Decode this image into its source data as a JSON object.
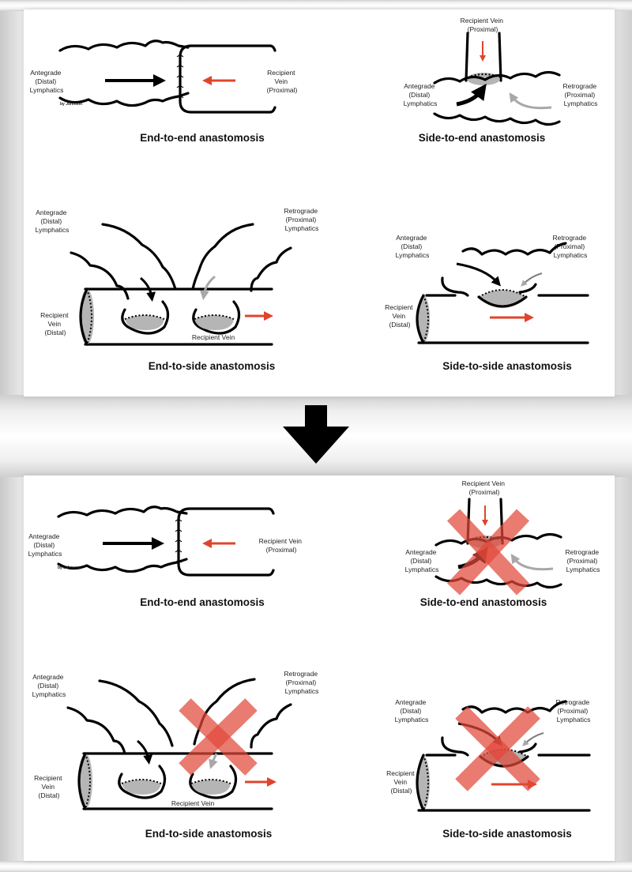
{
  "colors": {
    "vein_arrow": "#e0442c",
    "retrograde_arrow": "#a8a8a8",
    "lymph_arrow": "#000000",
    "anastomosis_fill": "#b5b5b5",
    "cross_mark": "#e0483a"
  },
  "before": {
    "end_to_end": {
      "title": "End-to-end anastomosis",
      "left_label": [
        "Antegrade",
        "(Distal)",
        "Lymphatics"
      ],
      "right_label": [
        "Recipient",
        "Vein",
        "(Proximal)"
      ],
      "credit": "by Johnson"
    },
    "side_to_end": {
      "title": "Side-to-end anastomosis",
      "top_label": [
        "Recipient Vein",
        "(Proximal)"
      ],
      "left_label": [
        "Antegrade",
        "(Distal)",
        "Lymphatics"
      ],
      "right_label": [
        "Retrograde",
        "(Proximal)",
        "Lymphatics"
      ]
    },
    "end_to_side": {
      "title": "End-to-side anastomosis",
      "left_top_label": [
        "Antegrade",
        "(Distal)",
        "Lymphatics"
      ],
      "right_top_label": [
        "Retrograde",
        "(Proximal)",
        "Lymphatics"
      ],
      "vein_end_label": [
        "Recipient",
        "Vein",
        "(Distal)"
      ],
      "vein_label": "Recipient Vein"
    },
    "side_to_side": {
      "title": "Side-to-side anastomosis",
      "left_top_label": [
        "Antegrade",
        "(Distal)",
        "Lymphatics"
      ],
      "right_top_label": [
        "Retrograde",
        "(Proximal)",
        "Lymphatics"
      ],
      "vein_end_label": [
        "Recipient",
        "Vein",
        "(Distal)"
      ]
    }
  },
  "transition": {
    "icon": "down-arrow-icon"
  },
  "after": {
    "end_to_end": {
      "title": "End-to-end anastomosis",
      "left_label": [
        "Antegrade",
        "(Distal)",
        "Lymphatics"
      ],
      "right_label": [
        "Recipient Vein",
        "(Proximal)"
      ],
      "credit": "by Johnson",
      "crossed_out": false
    },
    "side_to_end": {
      "title": "Side-to-end anastomosis",
      "top_label": [
        "Recipient Vein",
        "(Proximal)"
      ],
      "left_label": [
        "Antegrade",
        "(Distal)",
        "Lymphatics"
      ],
      "right_label": [
        "Retrograde",
        "(Proximal)",
        "Lymphatics"
      ],
      "crossed_out": true
    },
    "end_to_side": {
      "title": "End-to-side anastomosis",
      "left_top_label": [
        "Antegrade",
        "(Distal)",
        "Lymphatics"
      ],
      "right_top_label": [
        "Retrograde",
        "(Proximal)",
        "Lymphatics"
      ],
      "vein_end_label": [
        "Recipient",
        "Vein",
        "(Distal)"
      ],
      "vein_label": "Recipient Vein",
      "crossed_out": "retrograde limb only"
    },
    "side_to_side": {
      "title": "Side-to-side anastomosis",
      "left_top_label": [
        "Antegrade",
        "(Distal)",
        "Lymphatics"
      ],
      "right_top_label": [
        "Retrograde",
        "(Proximal)",
        "Lymphatics"
      ],
      "vein_end_label": [
        "Recipient",
        "Vein",
        "(Distal)"
      ],
      "crossed_out": true
    }
  }
}
